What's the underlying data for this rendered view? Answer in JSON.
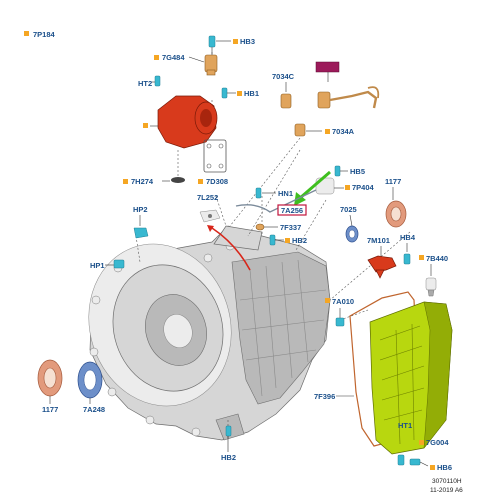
{
  "labels": {
    "legend_code": "7P184",
    "hb3": "HB3",
    "g7g484": "7G484",
    "ht2": "HT2",
    "hb1": "HB1",
    "c7034": "7034C",
    "a7034": "7034A",
    "d7d308": "7D308",
    "h7h274": "7H274",
    "hb5": "HB5",
    "l7252": "7L252",
    "hn1": "HN1",
    "p7p404": "7P404",
    "n1177_top": "1177",
    "hp2": "HP2",
    "a7a256": "7A256",
    "n7025": "7025",
    "f7f337": "7F337",
    "hb2_mid": "HB2",
    "m7m101": "7M101",
    "hb4": "HB4",
    "b7b440": "7B440",
    "hp1": "HP1",
    "a7a010": "7A010",
    "f7f396": "7F396",
    "ht1": "HT1",
    "g7g004": "7G004",
    "n1177_bot": "1177",
    "a7a248": "7A248",
    "hb2_bot": "HB2",
    "hb6": "HB6"
  },
  "footer": {
    "drawing_number": "3070110H",
    "date": "11-2019 A6"
  },
  "colors": {
    "label_blue": "#1a4f8a",
    "bullet_orange": "#f5a623",
    "connector_cyan": "#38b8d0",
    "valve_body_green": "#b8d70f",
    "actuator_red": "#d83a1c",
    "seal_copper": "#e29a7c",
    "pointer_arrow_green": "#3fbf1f",
    "highlight_box_red": "#c0143c",
    "label_box_magenta": "#9c1a5a"
  }
}
